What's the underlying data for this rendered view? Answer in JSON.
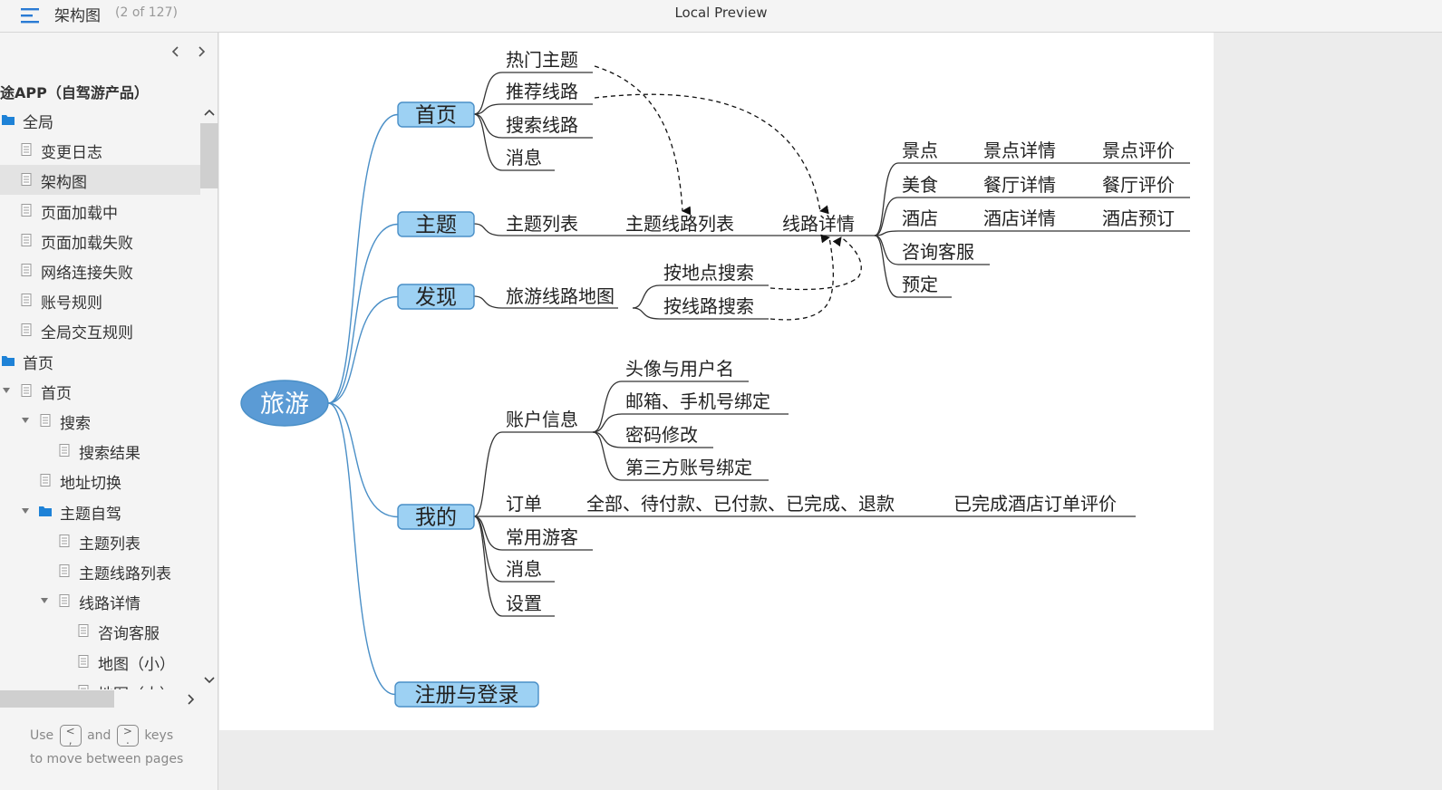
{
  "header": {
    "doc_title": "架构图",
    "page_count": "(2 of 127)",
    "preview_title": "Local Preview"
  },
  "sidebar": {
    "project_title": "途APP（自驾游产品）",
    "items": [
      {
        "label": "全局",
        "type": "folder",
        "level": 0,
        "expanded": false
      },
      {
        "label": "变更日志",
        "type": "page",
        "level": 1,
        "expanded": false
      },
      {
        "label": "架构图",
        "type": "page",
        "level": 1,
        "expanded": false,
        "selected": true
      },
      {
        "label": "页面加载中",
        "type": "page",
        "level": 1,
        "expanded": false
      },
      {
        "label": "页面加载失败",
        "type": "page",
        "level": 1,
        "expanded": false
      },
      {
        "label": "网络连接失败",
        "type": "page",
        "level": 1,
        "expanded": false
      },
      {
        "label": "账号规则",
        "type": "page",
        "level": 1,
        "expanded": false
      },
      {
        "label": "全局交互规则",
        "type": "page",
        "level": 1,
        "expanded": false
      },
      {
        "label": "首页",
        "type": "folder",
        "level": 0,
        "expanded": false
      },
      {
        "label": "首页",
        "type": "page",
        "level": 1,
        "expanded": true
      },
      {
        "label": "搜索",
        "type": "page",
        "level": 2,
        "expanded": true
      },
      {
        "label": "搜索结果",
        "type": "page",
        "level": 3,
        "expanded": false
      },
      {
        "label": "地址切换",
        "type": "page",
        "level": 2,
        "expanded": false
      },
      {
        "label": "主题自驾",
        "type": "folder",
        "level": 2,
        "expanded": true
      },
      {
        "label": "主题列表",
        "type": "page",
        "level": 3,
        "expanded": false
      },
      {
        "label": "主题线路列表",
        "type": "page",
        "level": 3,
        "expanded": false
      },
      {
        "label": "线路详情",
        "type": "page",
        "level": 3,
        "expanded": true
      },
      {
        "label": "咨询客服",
        "type": "page",
        "level": 4,
        "expanded": false
      },
      {
        "label": "地图（小）",
        "type": "page",
        "level": 4,
        "expanded": false
      },
      {
        "label": "地图（大）",
        "type": "page",
        "level": 4,
        "expanded": false
      }
    ],
    "hint": {
      "use": "Use",
      "prev_key": "<\n,",
      "and": "and",
      "next_key": ">\n.",
      "keys": "keys",
      "line2": "to move between pages"
    }
  },
  "mindmap": {
    "root": "旅游",
    "branches": {
      "home": {
        "label": "首页",
        "children": [
          "热门主题",
          "推荐线路",
          "搜索线路",
          "消息"
        ]
      },
      "topic": {
        "label": "主题",
        "children": [
          "主题列表",
          "主题线路列表",
          "线路详情"
        ],
        "detail_children": [
          {
            "label": "景点",
            "children": [
              "景点详情",
              "景点评价"
            ]
          },
          {
            "label": "美食",
            "children": [
              "餐厅详情",
              "餐厅评价"
            ]
          },
          {
            "label": "酒店",
            "children": [
              "酒店详情",
              "酒店预订"
            ]
          },
          {
            "label": "咨询客服",
            "children": []
          },
          {
            "label": "预定",
            "children": []
          }
        ]
      },
      "discover": {
        "label": "发现",
        "children": [
          "旅游线路地图"
        ],
        "map_children": [
          "按地点搜索",
          "按线路搜索"
        ]
      },
      "mine": {
        "label": "我的",
        "account": {
          "label": "账户信息",
          "children": [
            "头像与用户名",
            "邮箱、手机号绑定",
            "密码修改",
            "第三方账号绑定"
          ]
        },
        "children": [
          "订单",
          "常用游客",
          "消息",
          "设置"
        ],
        "order_children": [
          "全部、待付款、已付款、已完成、退款"
        ],
        "order_grandchildren": [
          "已完成酒店订单评价"
        ]
      },
      "auth": {
        "label": "注册与登录"
      }
    },
    "colors": {
      "root_fill": "#5b9bd5",
      "root_text": "#ffffff",
      "node_fill": "#9dd1f3",
      "node_stroke": "#4a8fc7",
      "branch_line": "#4a8fc7",
      "text_line": "#333333"
    }
  }
}
